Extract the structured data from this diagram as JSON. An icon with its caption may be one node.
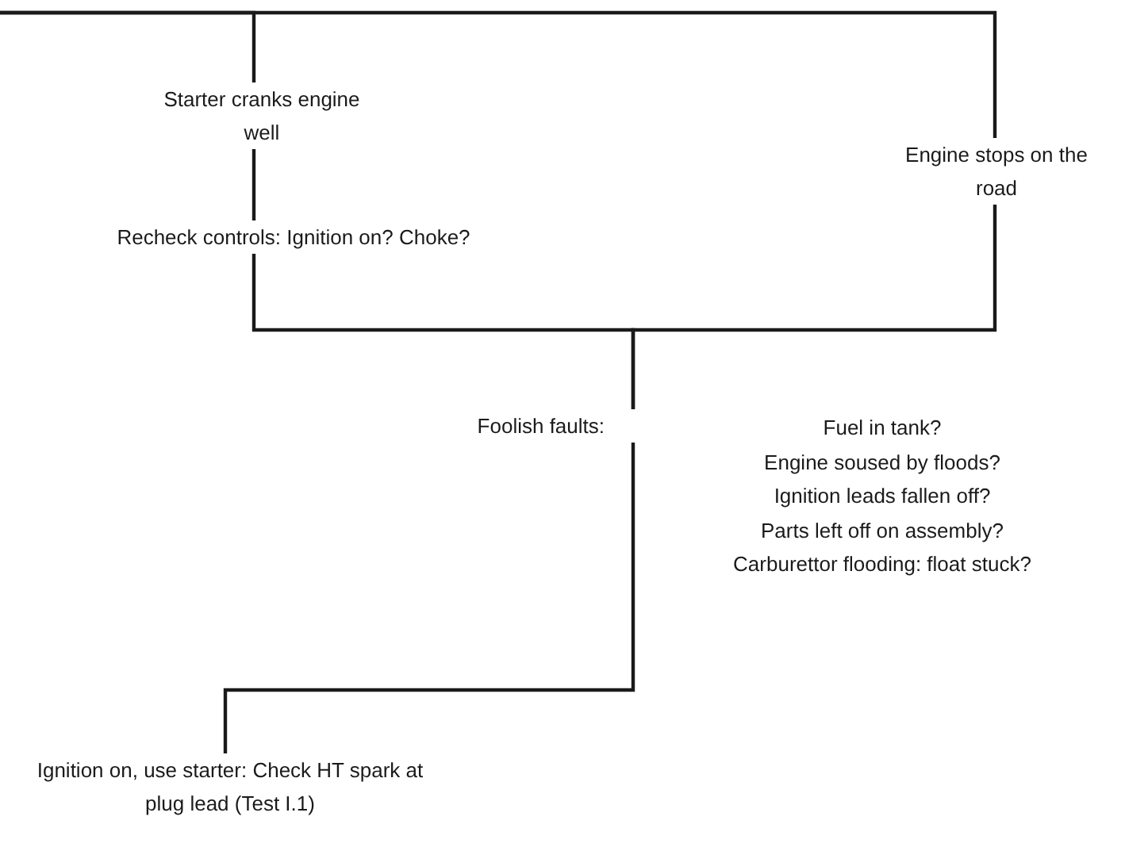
{
  "diagram": {
    "nodes": [
      {
        "text": [
          "Starter cranks engine well"
        ]
      },
      {
        "text": [
          "Recheck controls: Ignition on? Choke?"
        ]
      },
      {
        "text": [
          "Engine stops on the road"
        ]
      },
      {
        "text": [
          "Foolish faults:"
        ],
        "beside": [
          "Fuel in tank?",
          "Engine soused by floods?",
          "Ignition leads fallen off?",
          "Parts left off on assembly?",
          "Carburettor flooding: float stuck?"
        ]
      },
      {
        "text": [
          "Ignition on, use starter: Check HT spark at plug lead (Test I.1)"
        ]
      }
    ],
    "edges": [
      {
        "from": null,
        "to": 0,
        "arrow": "none"
      },
      {
        "from": null,
        "to": 2,
        "arrow": "none"
      },
      {
        "from": 0,
        "to": 1,
        "arrow": "none"
      },
      {
        "from": 1,
        "to": 3,
        "arrow": "none"
      },
      {
        "from": 2,
        "to": 3,
        "arrow": "none"
      },
      {
        "from": 3,
        "to": 4,
        "arrow": "none"
      }
    ]
  }
}
